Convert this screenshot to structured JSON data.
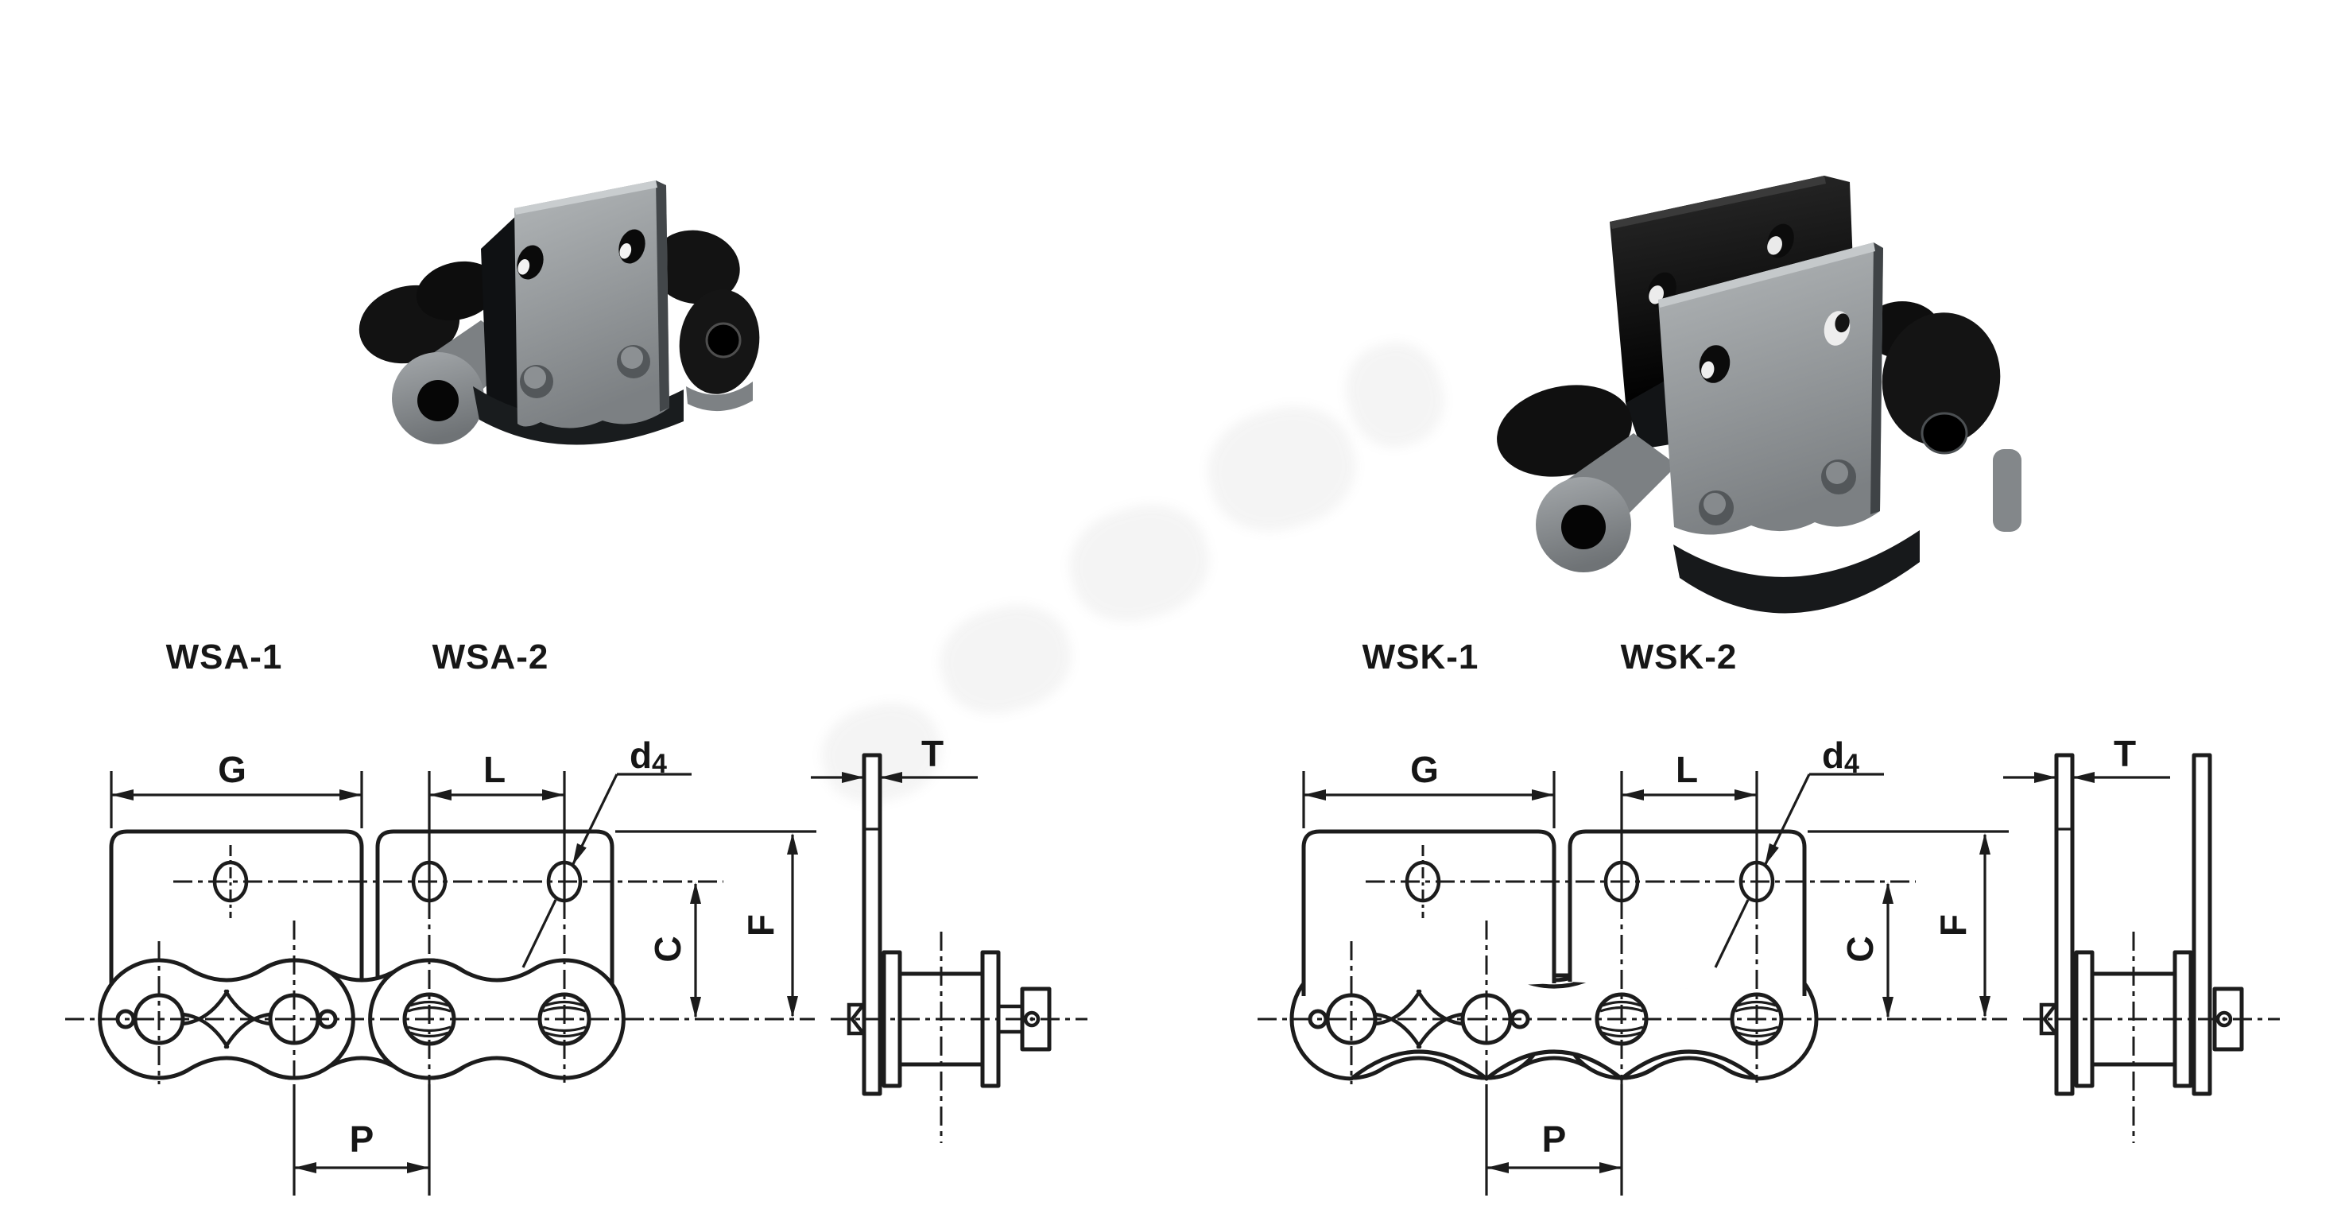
{
  "page": {
    "background": "#ffffff",
    "ink": "#1c1c1c"
  },
  "photos": {
    "left": {
      "icon": "roller-chain-single-bent-attachment-photo"
    },
    "right": {
      "icon": "roller-chain-double-attachment-photo"
    }
  },
  "groups": [
    {
      "id": "wsa",
      "type_labels": [
        "WSA-1",
        "WSA-2"
      ]
    },
    {
      "id": "wsk",
      "type_labels": [
        "WSK-1",
        "WSK-2"
      ]
    }
  ],
  "dim_labels": {
    "plate_width": "G",
    "hole_spacing": "L",
    "hole_dia_base": "d",
    "hole_dia_sub": "4",
    "center_offset": "C",
    "plate_height": "F",
    "chain_pitch": "P",
    "plate_thickness": "T"
  }
}
